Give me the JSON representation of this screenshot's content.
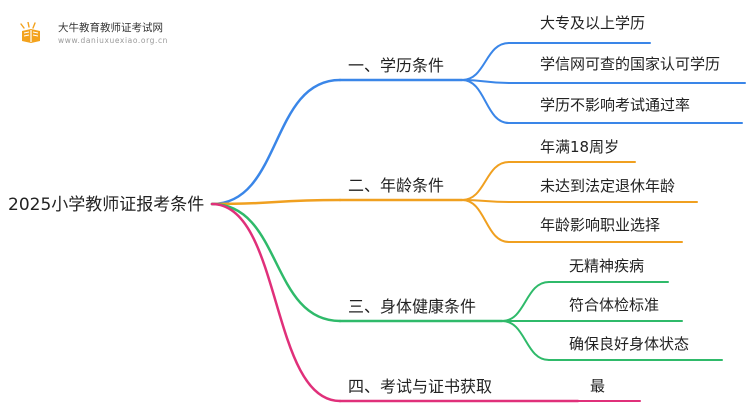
{
  "logo": {
    "title": "大牛教育教师证考试网",
    "url": "www.daniuxuexiao.org.cn"
  },
  "mindmap": {
    "root": "2025小学教师证报考条件",
    "branches": [
      {
        "label": "一、学历条件",
        "color": "#3a86e8",
        "children": [
          "大专及以上学历",
          "学信网可查的国家认可学历",
          "学历不影响考试通过率"
        ]
      },
      {
        "label": "二、年龄条件",
        "color": "#f0a020",
        "children": [
          "年满18周岁",
          "未达到法定退休年龄",
          "年龄影响职业选择"
        ]
      },
      {
        "label": "三、身体健康条件",
        "color": "#2fba6a",
        "children": [
          "无精神疾病",
          "符合体检标准",
          "确保良好身体状态"
        ]
      },
      {
        "label": "四、考试与证书获取",
        "color": "#e0307a",
        "children": [
          "最"
        ]
      }
    ]
  }
}
